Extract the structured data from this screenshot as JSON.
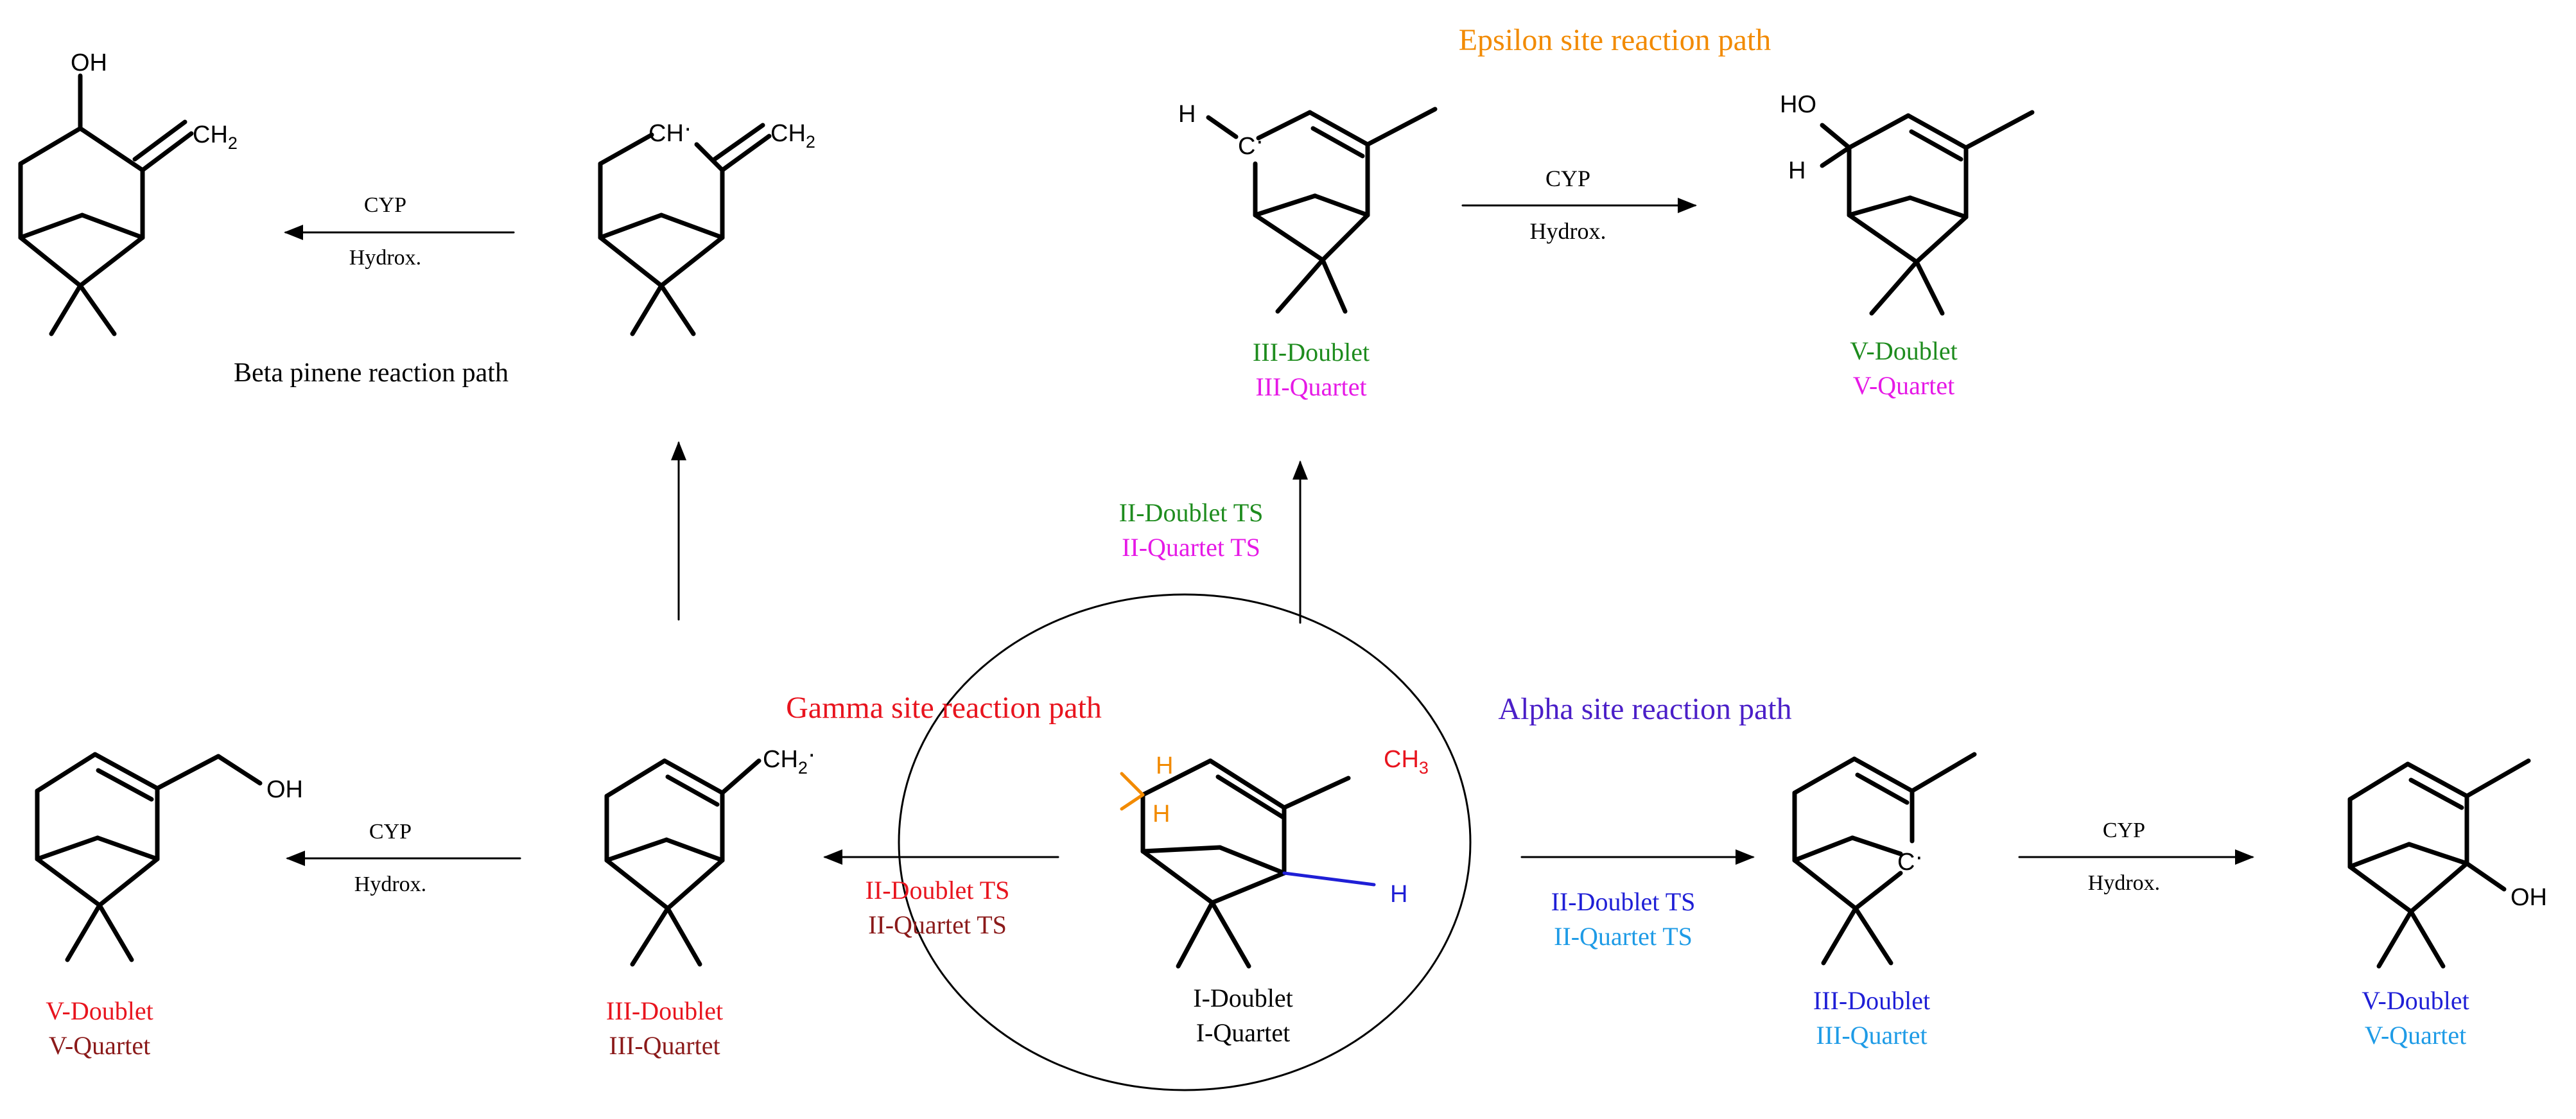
{
  "colors": {
    "ink": "#000000",
    "red": "#e8141e",
    "dark_red": "#8b1a1a",
    "green": "#1e8c1e",
    "magenta": "#e619e6",
    "orange": "#f28a00",
    "blue": "#1f1fd6",
    "cyan": "#1e9be6",
    "purple": "#4b1fc8"
  },
  "paths": {
    "epsilon": "Epsilon site reaction path",
    "beta": "Beta pinene reaction path",
    "gamma": "Gamma site reaction path",
    "alpha": "Alpha site reaction path"
  },
  "arrows": {
    "cyp": "CYP",
    "hydrox": "Hydrox."
  },
  "atoms": {
    "oh": "OH",
    "ho": "HO",
    "h": "H",
    "ch2": "CH",
    "ch3": "CH",
    "sub2": "2",
    "sub3": "3",
    "c": "C",
    "radical_dot": "·"
  },
  "states": {
    "center": [
      "I-Doublet",
      "I-Quartet"
    ],
    "epsilon_ts": [
      "II-Doublet TS",
      "II-Quartet TS"
    ],
    "epsilon_int": [
      "III-Doublet",
      "III-Quartet"
    ],
    "epsilon_prod": [
      "V-Doublet",
      "V-Quartet"
    ],
    "gamma_ts": [
      "II-Doublet TS",
      "II-Quartet TS"
    ],
    "gamma_int": [
      "III-Doublet",
      "III-Quartet"
    ],
    "gamma_prod": [
      "V-Doublet",
      "V-Quartet"
    ],
    "alpha_ts": [
      "II-Doublet TS",
      "II-Quartet TS"
    ],
    "alpha_int": [
      "III-Doublet",
      "III-Quartet"
    ],
    "alpha_prod": [
      "V-Doublet",
      "V-Quartet"
    ]
  }
}
